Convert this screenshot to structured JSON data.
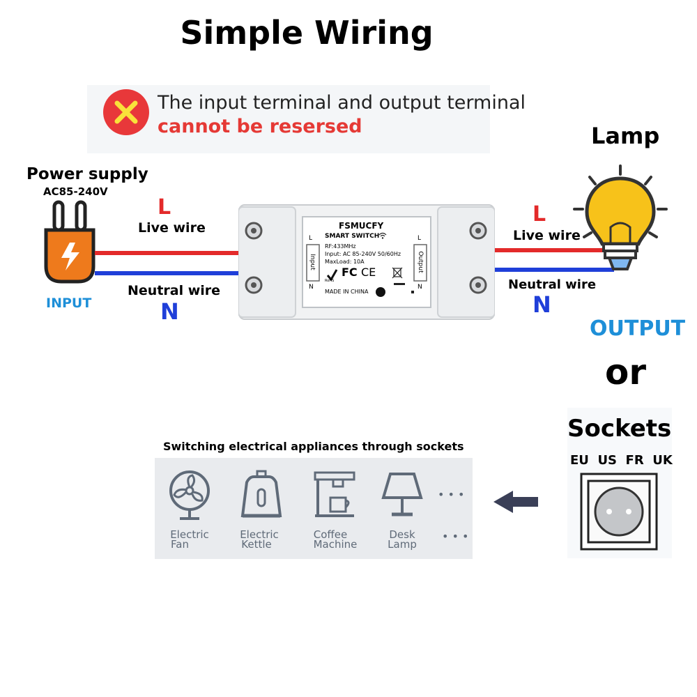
{
  "title": "Simple Wiring",
  "warning": {
    "line1": "The input terminal and output terminal",
    "line2": "cannot be resersed"
  },
  "input_side": {
    "heading": "Power supply",
    "voltage": "AC85-240V",
    "label": "INPUT",
    "live_letter": "L",
    "live_label": "Live wire",
    "neutral_label": "Neutral wire",
    "neutral_letter": "N"
  },
  "output_side": {
    "heading": "Lamp",
    "live_letter": "L",
    "live_label": "Live wire",
    "neutral_label": "Neutral wire",
    "neutral_letter": "N",
    "label": "OUTPUT",
    "or": "or"
  },
  "device": {
    "brand": "FSMUCFY",
    "model": "SMART SWITCH",
    "rf": "RF:433MHz",
    "input": "Input: AC 85-240V 50/60Hz",
    "maxload": "MaxLoad: 10A",
    "made_in": "MADE IN CHINA",
    "side_input": "Input",
    "side_output": "Output",
    "terminal_l_left": "L",
    "terminal_n_left": "N",
    "terminal_l_right": "L",
    "terminal_n_right": "N",
    "cert_fc": "FC",
    "cert_ce": "CE",
    "cert_rohs": "RoHS"
  },
  "sockets": {
    "heading": "Sockets",
    "regions": "EU  US  FR  UK"
  },
  "appliances": {
    "heading": "Switching electrical appliances through sockets",
    "items": [
      {
        "label1": "Electric",
        "label2": "Fan",
        "icon": "fan-icon"
      },
      {
        "label1": "Electric",
        "label2": "Kettle",
        "icon": "kettle-icon"
      },
      {
        "label1": "Coffee",
        "label2": "Machine",
        "icon": "coffee-machine-icon"
      },
      {
        "label1": "Desk",
        "label2": "Lamp",
        "icon": "desk-lamp-icon"
      }
    ],
    "more_top": "• • •",
    "more_bottom": "• • •"
  },
  "colors": {
    "live": "#e32a2a",
    "neutral": "#1f3fd9",
    "blue_label": "#1e8fd8",
    "warning_red": "#e53935",
    "plug_orange": "#ee7a1c",
    "bulb_yellow": "#f7c21a",
    "icon_gray": "#5f6a78"
  }
}
